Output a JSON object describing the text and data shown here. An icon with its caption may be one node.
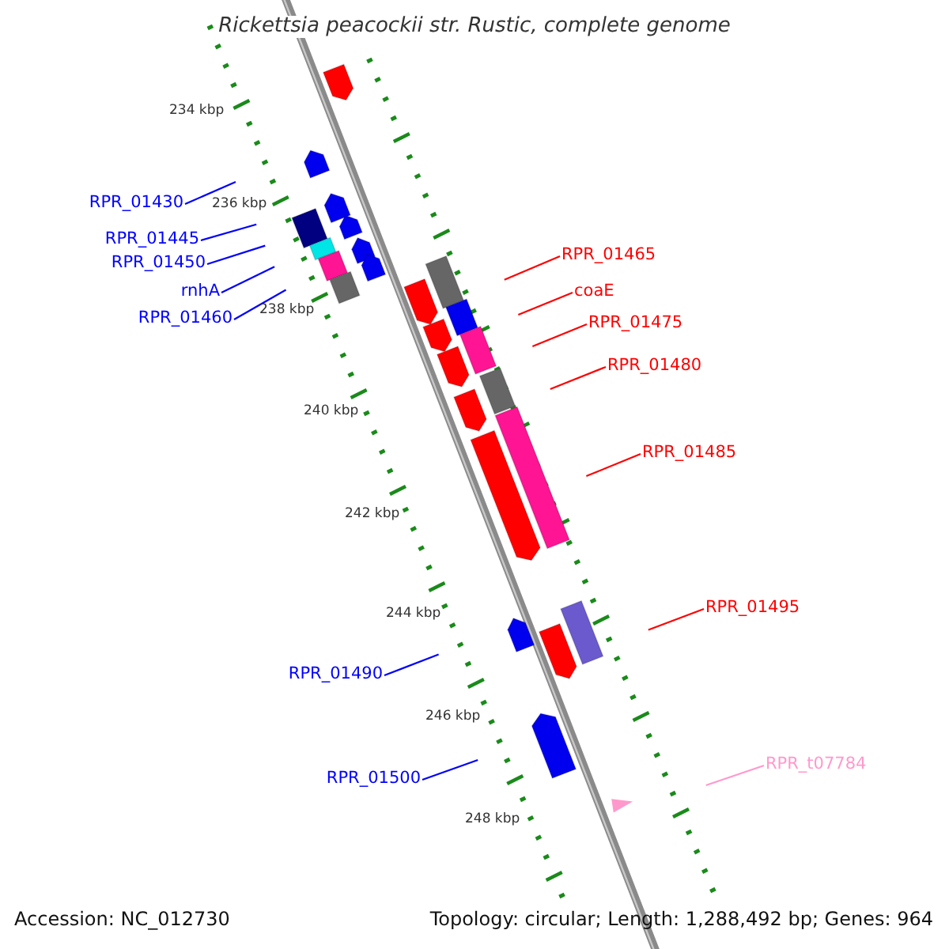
{
  "diagram": {
    "title": "Rickettsia peacockii str. Rustic, complete genome",
    "nodes": [
      {
        "text": [
          "RPR_01430"
        ]
      },
      {
        "text": [
          "RPR_01445"
        ]
      },
      {
        "text": [
          "RPR_01450"
        ]
      },
      {
        "text": [
          "rnhA"
        ]
      },
      {
        "text": [
          "RPR_01460"
        ]
      },
      {
        "text": [
          "RPR_01465"
        ]
      },
      {
        "text": [
          "coaE"
        ]
      },
      {
        "text": [
          "RPR_01475"
        ]
      },
      {
        "text": [
          "RPR_01480"
        ]
      },
      {
        "text": [
          "RPR_01485"
        ]
      },
      {
        "text": [
          "RPR_01495"
        ]
      },
      {
        "text": [
          "RPR_01490"
        ]
      },
      {
        "text": [
          "RPR_01500"
        ]
      },
      {
        "text": [
          "RPR_t07784"
        ]
      }
    ],
    "edges": [
      {
        "from": 0,
        "to": null,
        "arrow": "none",
        "color": "#0000ff"
      },
      {
        "from": 1,
        "to": null,
        "arrow": "none",
        "color": "#0000ff"
      },
      {
        "from": 2,
        "to": null,
        "arrow": "none",
        "color": "#0000ff"
      },
      {
        "from": 3,
        "to": null,
        "arrow": "none",
        "color": "#0000ff"
      },
      {
        "from": 4,
        "to": null,
        "arrow": "none",
        "color": "#0000ff"
      },
      {
        "from": 5,
        "to": null,
        "arrow": "none",
        "color": "#ff0000"
      },
      {
        "from": 6,
        "to": null,
        "arrow": "none",
        "color": "#ff0000"
      },
      {
        "from": 7,
        "to": null,
        "arrow": "none",
        "color": "#ff0000"
      },
      {
        "from": 8,
        "to": null,
        "arrow": "none",
        "color": "#ff0000"
      },
      {
        "from": 9,
        "to": null,
        "arrow": "none",
        "color": "#ff0000"
      },
      {
        "from": 10,
        "to": null,
        "arrow": "none",
        "color": "#ff0000"
      },
      {
        "from": 11,
        "to": null,
        "arrow": "none",
        "color": "#0000ff"
      },
      {
        "from": 12,
        "to": null,
        "arrow": "none",
        "color": "#0000ff"
      },
      {
        "from": 13,
        "to": null,
        "arrow": "none",
        "color": "#ff99cc"
      }
    ],
    "labels": [
      "234 kbp",
      "236 kbp",
      "238 kbp",
      "240 kbp",
      "242 kbp",
      "244 kbp",
      "246 kbp",
      "248 kbp",
      "Accession: NC_012730",
      "Topology: circular; Length: 1,288,492 bp; Genes: 964"
    ]
  }
}
